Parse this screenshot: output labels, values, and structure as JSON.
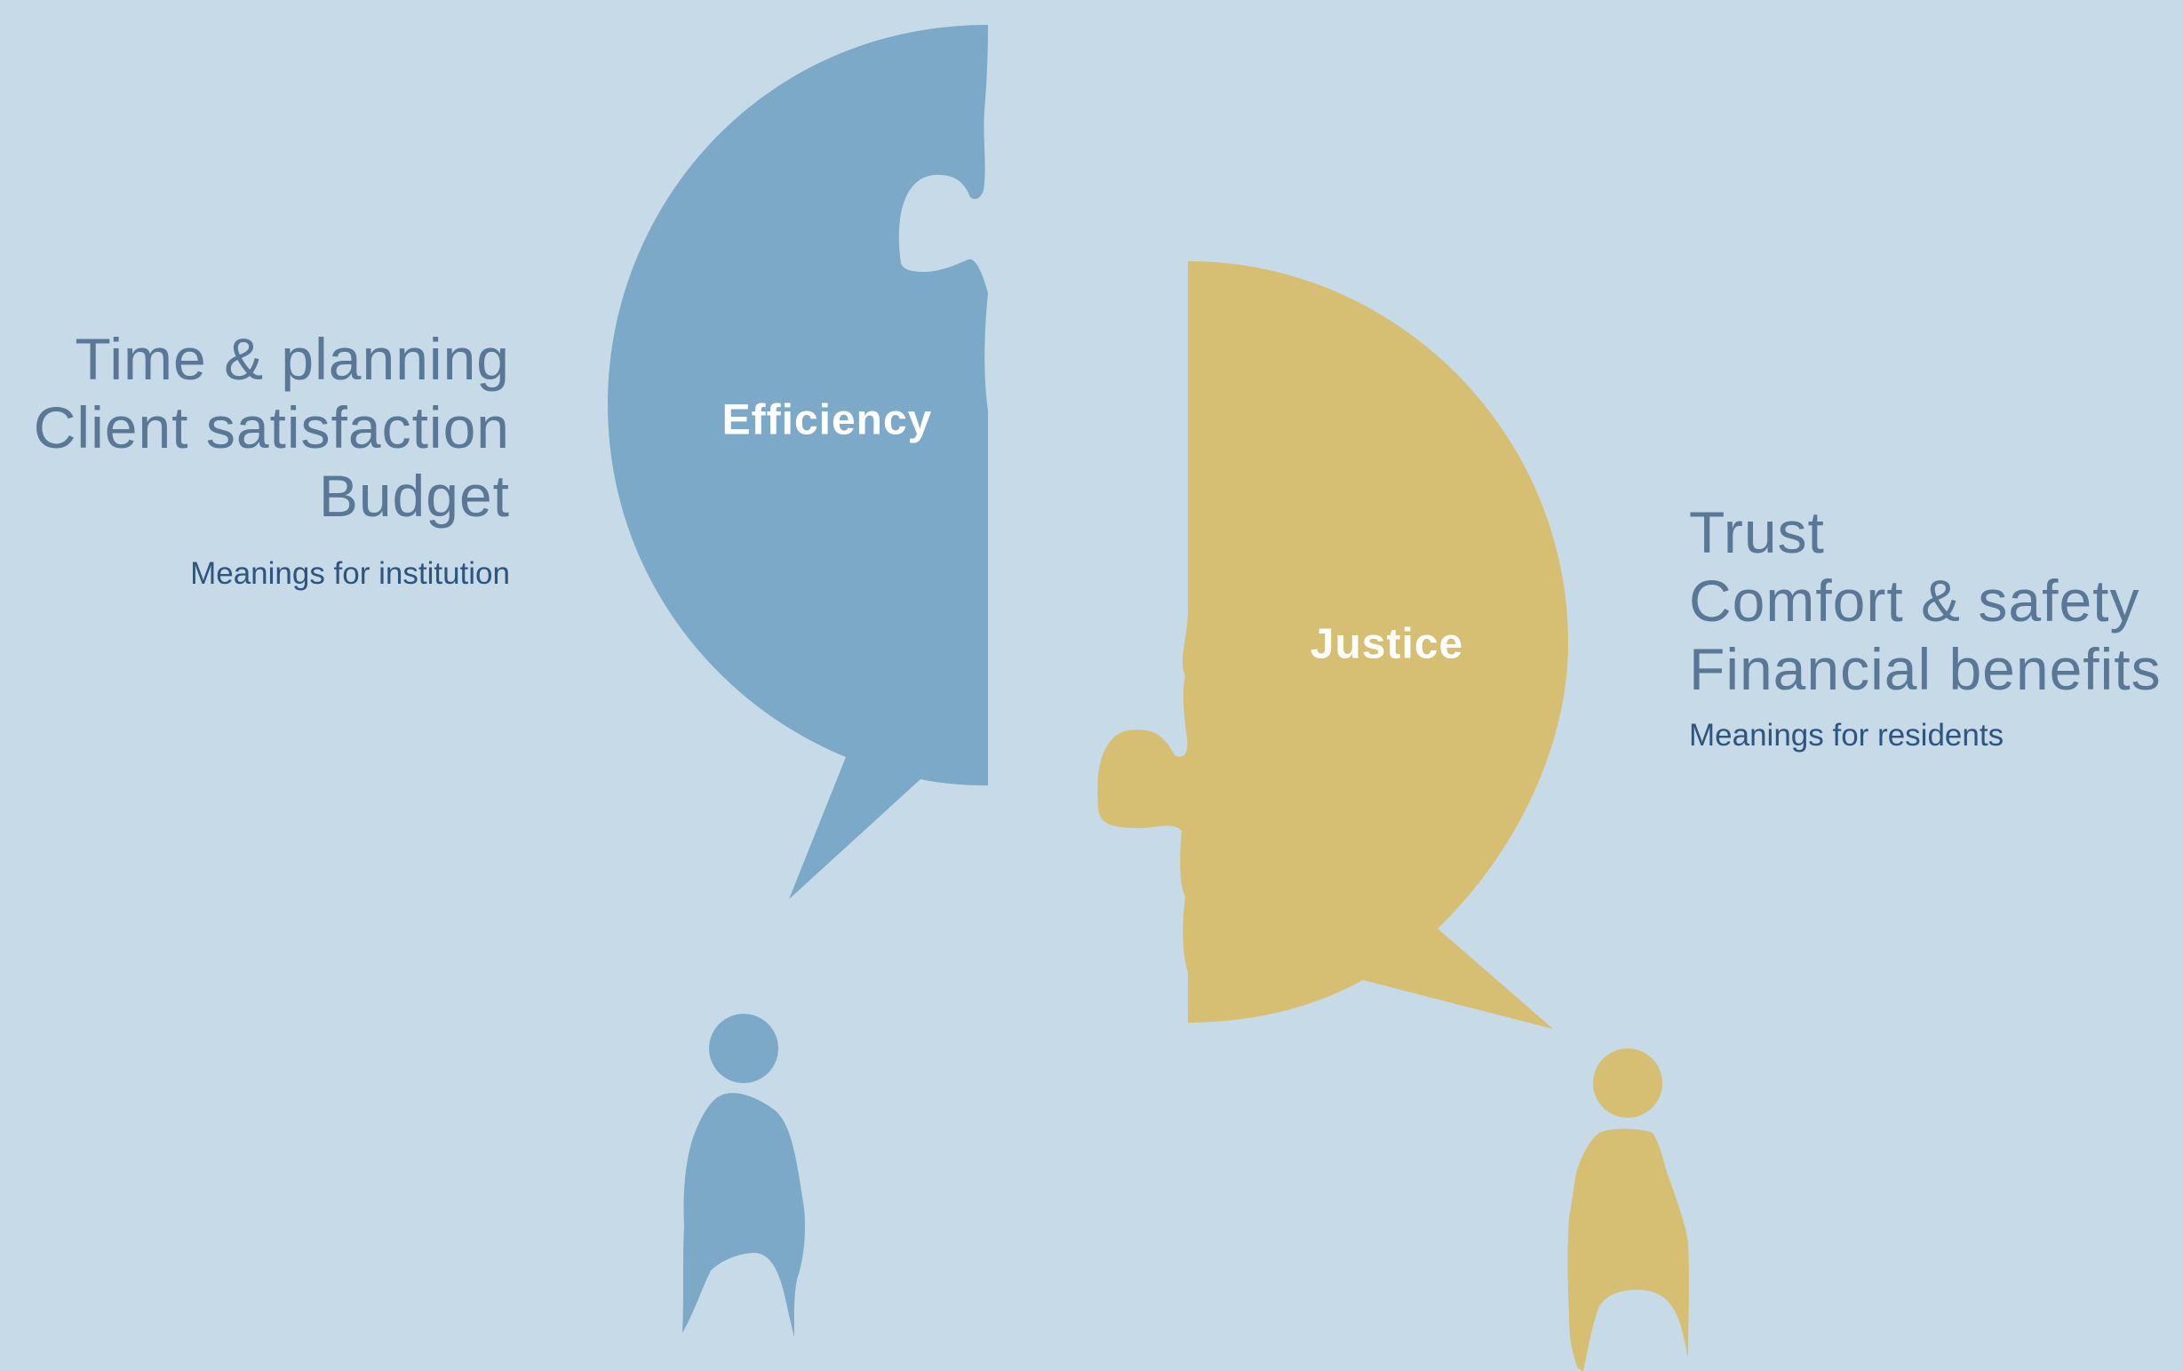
{
  "institution": {
    "lines": [
      "Time & planning",
      "Client satisfaction",
      "Budget"
    ],
    "meaning": "Meanings for institution",
    "bubble_label": "Efficiency",
    "color": "#7da9c9"
  },
  "residents": {
    "lines": [
      "Trust",
      "Comfort & safety",
      "Financial benefits"
    ],
    "meaning": "Meanings for residents",
    "bubble_label": "Justice",
    "color": "#d6bf72"
  },
  "background": "#c6dae7"
}
